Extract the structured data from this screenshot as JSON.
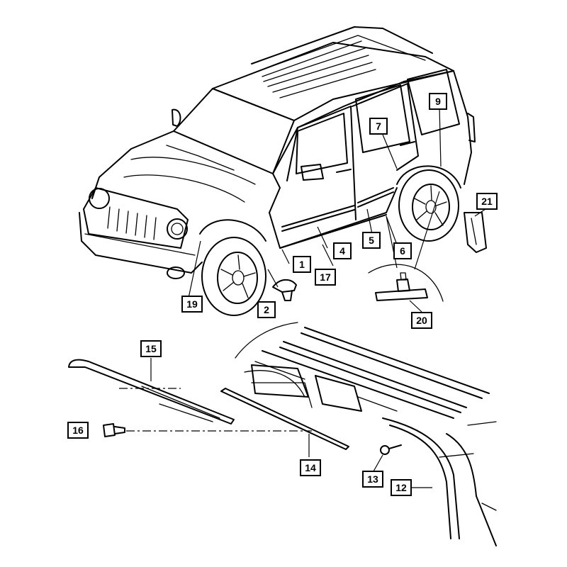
{
  "diagram": {
    "callouts": [
      {
        "id": "c1",
        "label": "1"
      },
      {
        "id": "c2",
        "label": "2"
      },
      {
        "id": "c4",
        "label": "4"
      },
      {
        "id": "c5",
        "label": "5"
      },
      {
        "id": "c6",
        "label": "6"
      },
      {
        "id": "c7",
        "label": "7"
      },
      {
        "id": "c9",
        "label": "9"
      },
      {
        "id": "c12",
        "label": "12"
      },
      {
        "id": "c13",
        "label": "13"
      },
      {
        "id": "c14",
        "label": "14"
      },
      {
        "id": "c15",
        "label": "15"
      },
      {
        "id": "c16",
        "label": "16"
      },
      {
        "id": "c17",
        "label": "17"
      },
      {
        "id": "c19",
        "label": "19"
      },
      {
        "id": "c20",
        "label": "20"
      },
      {
        "id": "c21",
        "label": "21"
      }
    ]
  }
}
